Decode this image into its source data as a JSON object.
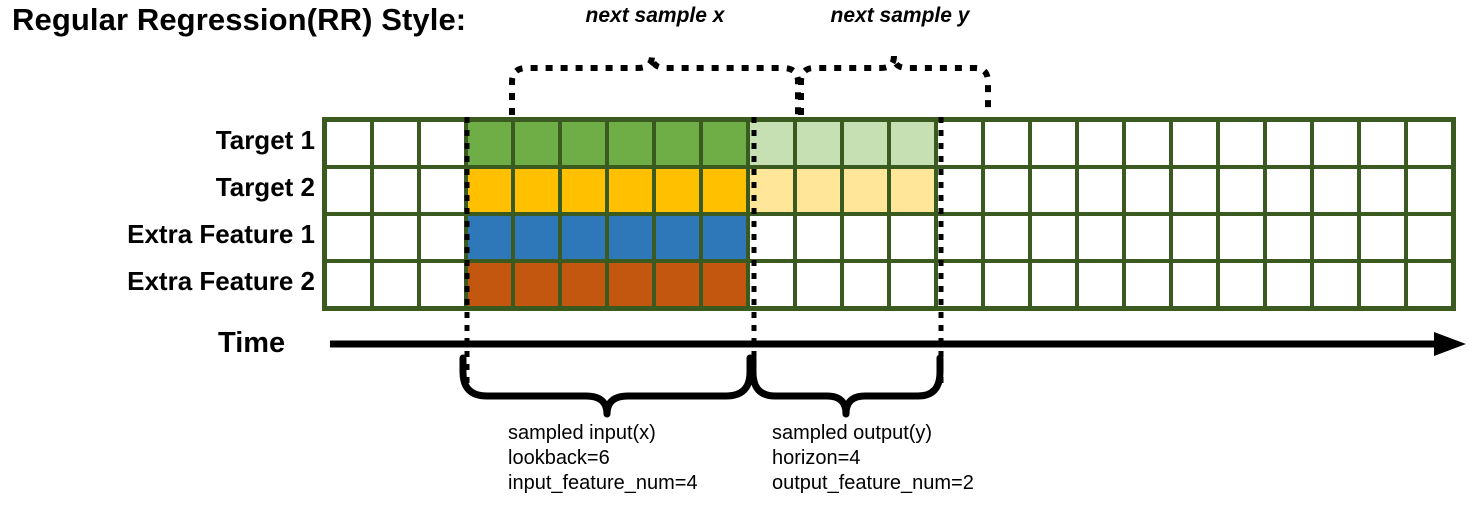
{
  "title": "Regular Regression(RR) Style:",
  "colors": {
    "grid_border": "#3A5A20",
    "target1": "#6FAD46",
    "target1_faded": "#C6E0B4",
    "target2": "#FFC000",
    "target2_faded": "#FFE699",
    "extra1": "#2E77B8",
    "extra2": "#C4570F",
    "empty": "#FFFFFF",
    "ink": "#000000"
  },
  "rows": [
    {
      "label": "Target 1",
      "color_key": "target1",
      "faded_key": "target1_faded",
      "has_output": true
    },
    {
      "label": "Target 2",
      "color_key": "target2",
      "faded_key": "target2_faded",
      "has_output": true
    },
    {
      "label": "Extra Feature 1",
      "color_key": "extra1",
      "faded_key": null,
      "has_output": false
    },
    {
      "label": "Extra Feature 2",
      "color_key": "extra2",
      "faded_key": null,
      "has_output": false
    }
  ],
  "grid": {
    "total_columns": 24,
    "leading_empty_columns": 3,
    "input_columns": 6,
    "output_columns": 4,
    "trailing_empty_columns": 11
  },
  "time_axis": {
    "label": "Time"
  },
  "top_braces": [
    {
      "label": "next sample x"
    },
    {
      "label": "next sample y"
    }
  ],
  "bottom_annotations": [
    {
      "title": "sampled input(x)",
      "line2": "lookback=6",
      "line3": "input_feature_num=4"
    },
    {
      "title": "sampled output(y)",
      "line2": "horizon=4",
      "line3": "output_feature_num=2"
    }
  ]
}
